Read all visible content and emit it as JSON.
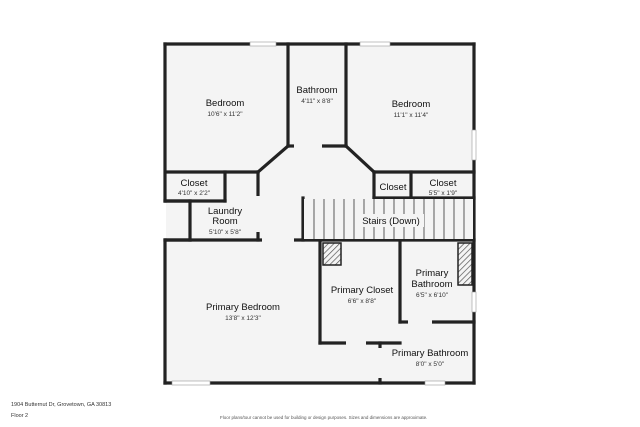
{
  "rooms": {
    "bedroom_left": {
      "name": "Bedroom",
      "dims": "10'6\" x 11'2\""
    },
    "bathroom_top": {
      "name": "Bathroom",
      "dims": "4'11\" x 8'8\""
    },
    "bedroom_right": {
      "name": "Bedroom",
      "dims": "11'1\" x 11'4\""
    },
    "closet_left": {
      "name": "Closet",
      "dims": "4'10\" x 2'2\""
    },
    "laundry": {
      "name_line1": "Laundry",
      "name_line2": "Room",
      "dims": "5'10\" x 5'8\""
    },
    "closet_small": {
      "name": "Closet"
    },
    "closet_right": {
      "name": "Closet",
      "dims": "5'5\" x 1'9\""
    },
    "stairs": {
      "name": "Stairs (Down)"
    },
    "primary_bedroom": {
      "name": "Primary Bedroom",
      "dims": "13'8\" x 12'3\""
    },
    "primary_closet": {
      "name": "Primary Closet",
      "dims": "6'6\" x 8'8\""
    },
    "primary_bath_upper": {
      "name_line1": "Primary",
      "name_line2": "Bathroom",
      "dims": "6'5\" x 6'10\""
    },
    "primary_bath_lower": {
      "name": "Primary Bathroom",
      "dims": "8'0\" x 5'0\""
    }
  },
  "footer": {
    "address": "1904 Butternut Dr, Grovetown, GA 30813",
    "floor": "Floor 2",
    "disclaimer": "Floor plans/tour cannot be used for building or design purposes. Sizes and dimensions are approximate."
  },
  "colors": {
    "wall": "#222222",
    "floor": "#f4f4f4",
    "window": "#ffffff",
    "hatch": "#555555"
  }
}
